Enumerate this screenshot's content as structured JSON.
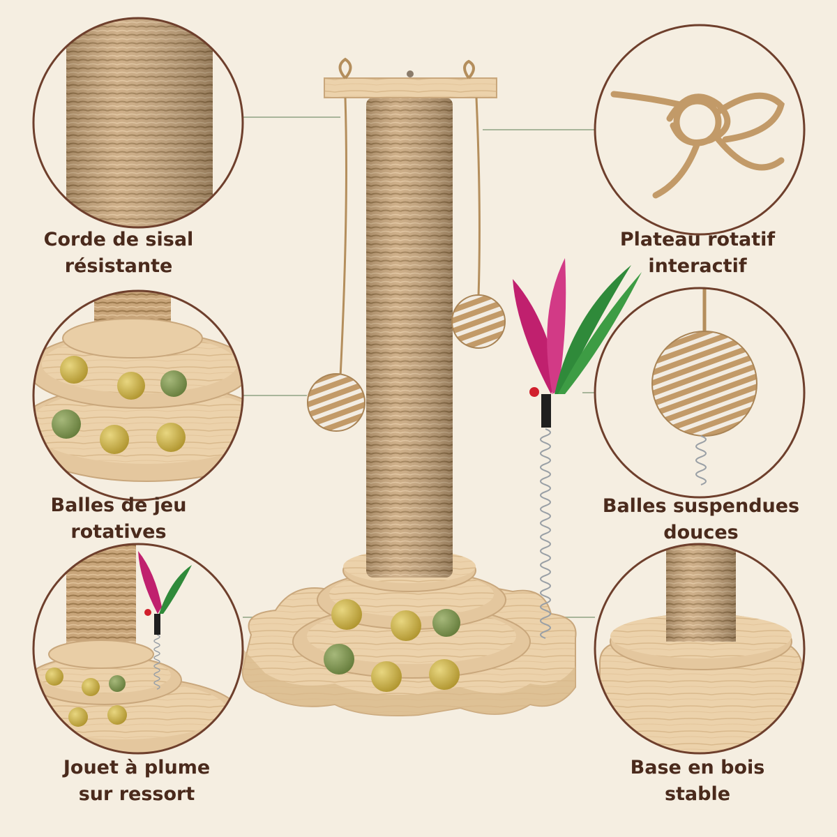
{
  "features": [
    {
      "id": "sisal",
      "line1": "Corde de sisal",
      "line2": "résistante"
    },
    {
      "id": "plateau",
      "line1": "Plateau rotatif",
      "line2": "interactif"
    },
    {
      "id": "balles-jeu",
      "line1": "Balles de jeu",
      "line2": "rotatives"
    },
    {
      "id": "balles-suspendues",
      "line1": "Balles suspendues",
      "line2": "douces"
    },
    {
      "id": "plume",
      "line1": "Jouet à plume",
      "line2": "sur ressort"
    },
    {
      "id": "base",
      "line1": "Base en bois",
      "line2": "stable"
    }
  ],
  "colors": {
    "background": "#f5eee1",
    "text": "#4a2a1c",
    "circle_border": "#6e3f2c",
    "connector": "#a8b59a",
    "sisal": "#c8a57a",
    "wood": "#ecd2ab",
    "ball_yellow": "#c9b04a",
    "ball_green": "#7f9652",
    "feather_pink": "#c0206e",
    "feather_green": "#2f8a3a"
  }
}
